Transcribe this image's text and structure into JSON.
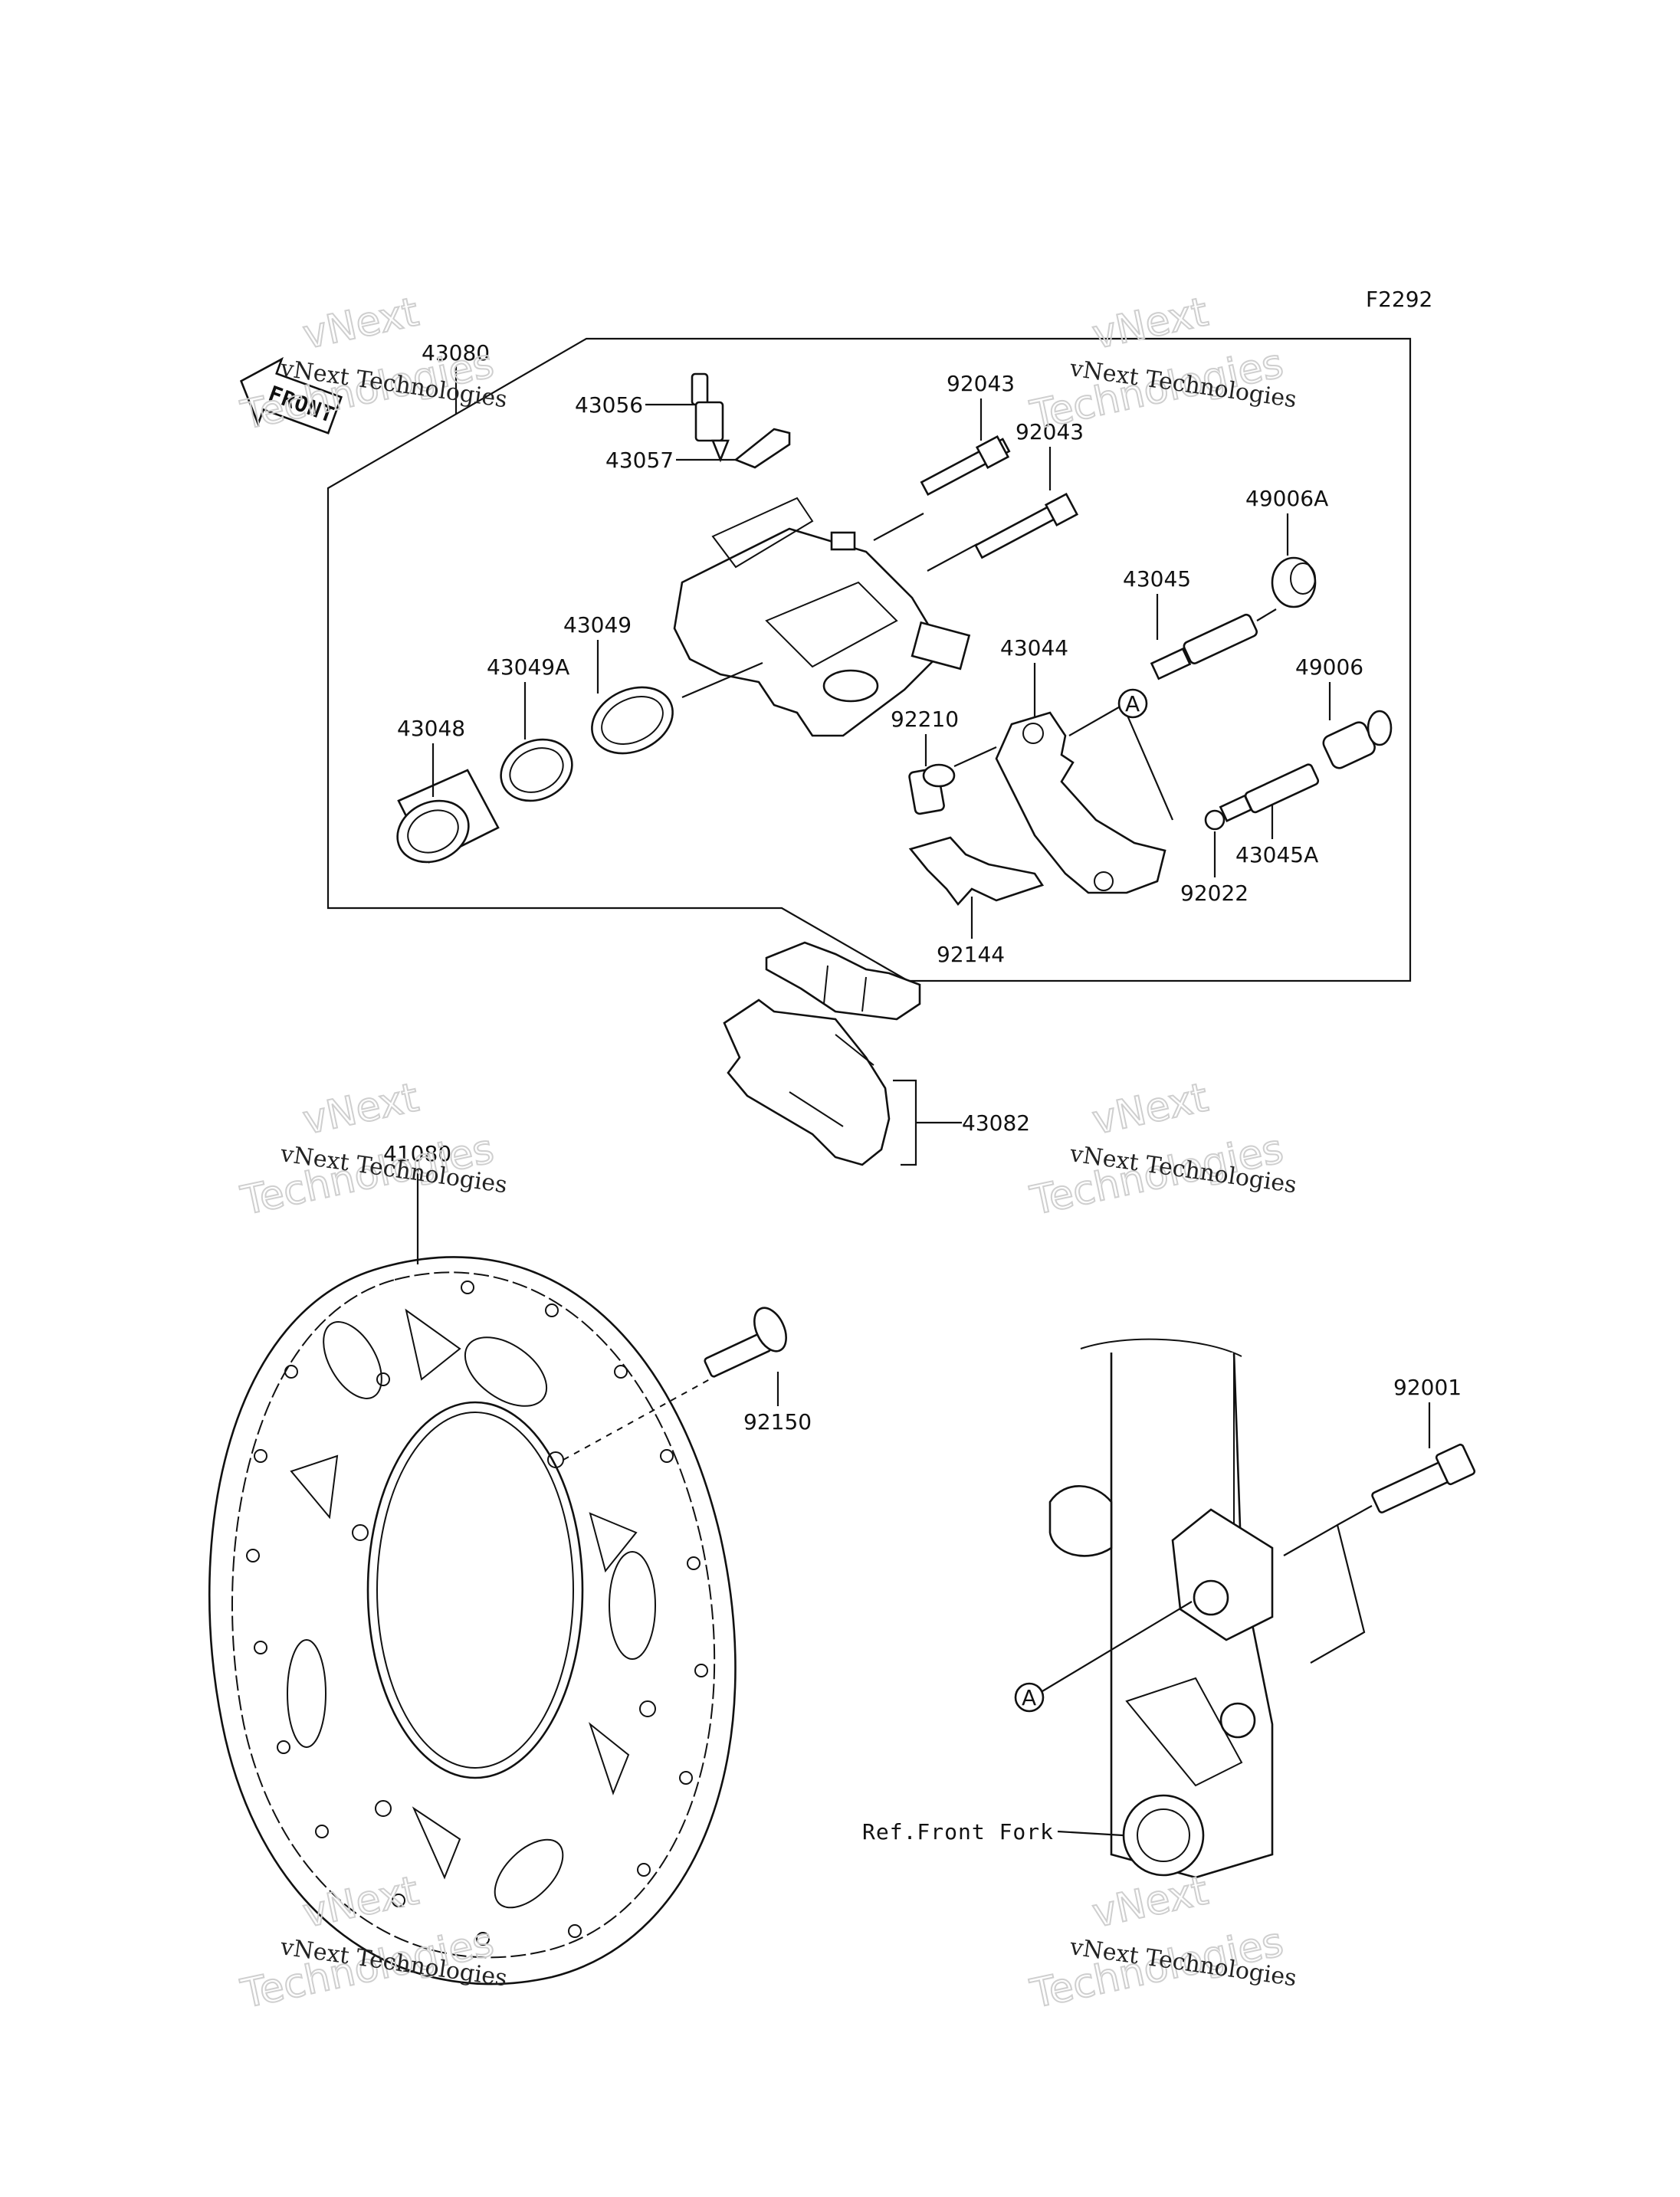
{
  "figure_code": "F2292",
  "front_arrow_label": "FRONT",
  "ref_label": "Ref.Front Fork",
  "circle_ref": "A",
  "watermark": {
    "small": "vNext Technologies",
    "big_line1": "vNext",
    "big_line2": "Technologies"
  },
  "parts": {
    "p43080": "43080",
    "p43056": "43056",
    "p43057": "43057",
    "p92043a": "92043",
    "p92043b": "92043",
    "p49006A": "49006A",
    "p43045": "43045",
    "p43049": "43049",
    "p43049A": "43049A",
    "p43044": "43044",
    "p49006": "49006",
    "p43048": "43048",
    "p92210": "92210",
    "p43045A": "43045A",
    "p92022": "92022",
    "p92144": "92144",
    "p43082": "43082",
    "p41080": "41080",
    "p92150": "92150",
    "p92001": "92001"
  }
}
